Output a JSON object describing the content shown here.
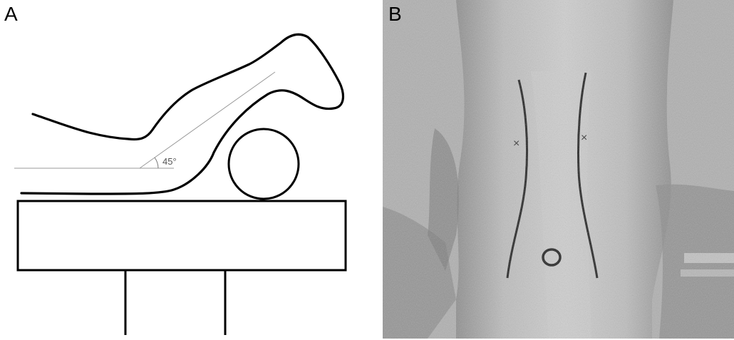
{
  "panels": {
    "a": {
      "label": "A",
      "angle_label": "45°"
    },
    "b": {
      "label": "B"
    }
  },
  "colors": {
    "ink": "#000000",
    "guide": "#9a9a9a",
    "photo_bg": "#b4b4b4",
    "photo_skin": "#c6c6c6",
    "photo_shadow": "#7a7a7a"
  }
}
